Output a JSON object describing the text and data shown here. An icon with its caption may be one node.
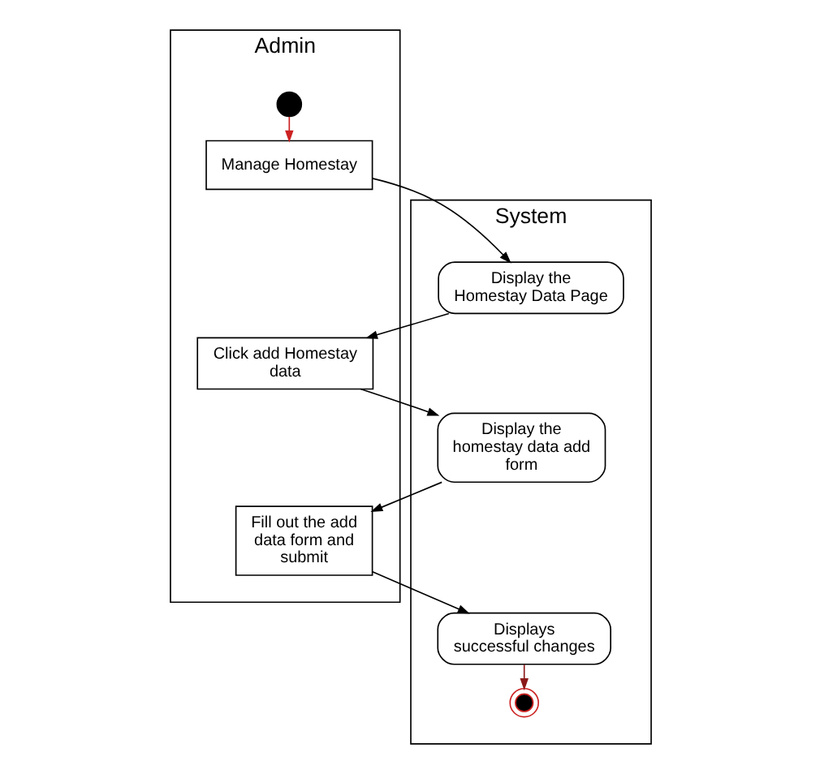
{
  "diagram": {
    "nodes": [
      {
        "text": [
          "Admin"
        ]
      },
      {
        "text": [
          "System"
        ]
      },
      {
        "text": [],
        "shape": "circle",
        "in": 0
      },
      {
        "text": [
          "Manage Homestay"
        ],
        "in": 0
      },
      {
        "text": [
          "Display the Homestay Data Page"
        ],
        "in": 1
      },
      {
        "text": [
          "Click add Homestay data"
        ],
        "in": 0
      },
      {
        "text": [
          "Display the homestay data add form"
        ],
        "in": 1
      },
      {
        "text": [
          "Fill out the add data form and submit"
        ],
        "in": 0
      },
      {
        "text": [
          "Displays successful changes"
        ],
        "in": 1
      },
      {
        "text": [],
        "shape": "circle",
        "in": 1
      }
    ],
    "edges": [
      {
        "from": 2,
        "to": 3,
        "arrow": "to",
        "color": "#cc2222"
      },
      {
        "from": 3,
        "to": 4,
        "arrow": "to"
      },
      {
        "from": 4,
        "to": 5,
        "arrow": "to"
      },
      {
        "from": 5,
        "to": 6,
        "arrow": "to"
      },
      {
        "from": 6,
        "to": 7,
        "arrow": "to"
      },
      {
        "from": 7,
        "to": 8,
        "arrow": "to"
      },
      {
        "from": 8,
        "to": 9,
        "arrow": "to",
        "color": "#8b1a1a"
      }
    ]
  }
}
